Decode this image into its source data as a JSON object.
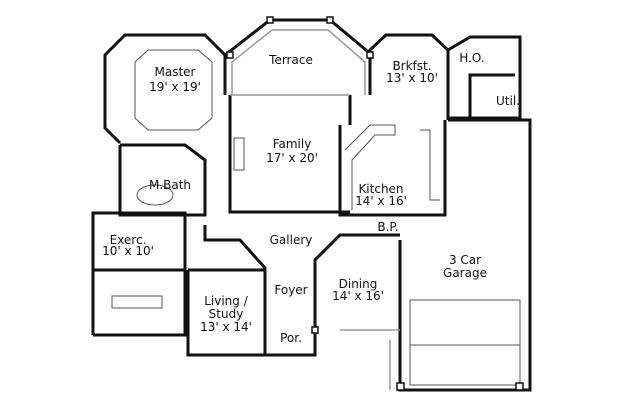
{
  "rooms": {
    "terrace": {
      "name": "Terrace"
    },
    "master": {
      "name": "Master",
      "size": "19' x 19'"
    },
    "family": {
      "name": "Family",
      "size": "17' x 20'"
    },
    "brkfst": {
      "name": "Brkfst.",
      "size": "13' x 10'"
    },
    "ho": {
      "name": "H.O."
    },
    "util": {
      "name": "Util."
    },
    "mbath": {
      "name": "M.Bath"
    },
    "kitchen": {
      "name": "Kitchen",
      "size": "14' x 16'"
    },
    "exerc": {
      "name": "Exerc.",
      "size": "10' x 10'"
    },
    "gallery": {
      "name": "Gallery"
    },
    "bp": {
      "name": "B.P."
    },
    "garage": {
      "name": "3 Car",
      "name2": "Garage"
    },
    "dining": {
      "name": "Dining",
      "size": "14' x 16'"
    },
    "foyer": {
      "name": "Foyer"
    },
    "living": {
      "name": "Living /",
      "name2": "Study",
      "size": "13' x 14'"
    },
    "porch": {
      "name": "Por."
    }
  }
}
